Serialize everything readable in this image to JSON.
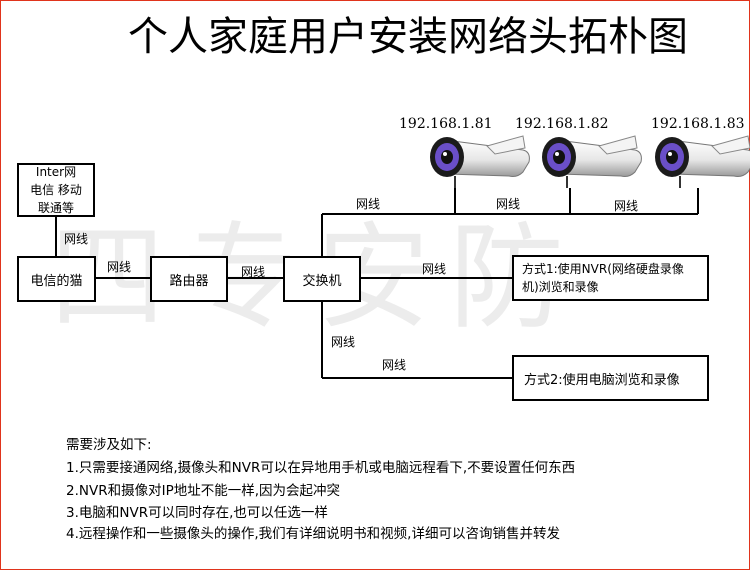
{
  "title": "个人家庭用户安装网络头拓朴图",
  "watermark": "四专安防",
  "nodes": {
    "isp": [
      "Inter网",
      "电信 移动",
      "联通等"
    ],
    "modem": "电信的猫",
    "router": "路由器",
    "switch": "交换机",
    "nvr": [
      "方式1:使用NVR(网络硬盘录像",
      "机)浏览和录像"
    ],
    "pc": "方式2:使用电脑浏览和录像"
  },
  "cable_label": "网线",
  "cameras": [
    {
      "ip": "192.168.1.81"
    },
    {
      "ip": "192.168.1.82"
    },
    {
      "ip": "192.168.1.83"
    }
  ],
  "notes": [
    "需要涉及如下:",
    "1.只需要接通网络,摄像头和NVR可以在异地用手机或电脑远程看下,不要设置任何东西",
    "2.NVR和摄像对IP地址不能一样,因为会起冲突",
    "3.电脑和NVR可以同时存在,也可以任选一样",
    "4.远程操作和一些摄像头的操作,我们有详细说明书和视频,详细可以咨询销售并转发"
  ],
  "colors": {
    "frame": "#e0341c",
    "camera_ir": "#6a4fc8",
    "line": "#000000"
  }
}
